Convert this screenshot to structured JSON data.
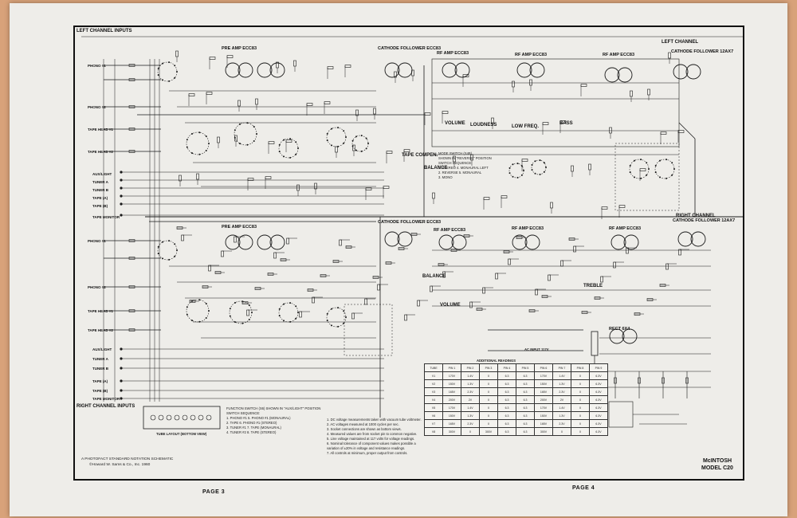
{
  "sheet": {
    "left_channel_label": "LEFT CHANNEL INPUTS",
    "right_channel_label": "RIGHT CHANNEL INPUTS",
    "left_channel_output": "LEFT CHANNEL",
    "right_channel_output": "RIGHT CHANNEL",
    "page_left": "PAGE 3",
    "page_right": "PAGE 4",
    "brand_line1": "McINTOSH",
    "brand_line2": "MODEL C20",
    "photofact_line1": "A PHOTOFACT STANDARD NOTATION SCHEMATIC",
    "photofact_line2": "©Howard W. Sams & Co., Inc. 1960"
  },
  "tubes": {
    "left_pre_amp": "PRE AMP ECC83",
    "left_cathode_follower": "CATHODE FOLLOWER ECC83",
    "left_rf_amp": "RF AMP ECC83",
    "left_tone_amp": "RF AMP ECC83",
    "left_out_amp": "RF AMP ECC83",
    "left_out_follower": "CATHODE FOLLOWER 12AX7",
    "right_pre_amp": "PRE AMP ECC83",
    "right_cathode_follower": "CATHODE FOLLOWER ECC83",
    "right_rf_amp": "RF AMP ECC83",
    "right_tone_amp": "RF AMP ECC83",
    "right_out_amp": "RF AMP ECC83",
    "right_out_follower": "CATHODE FOLLOWER 12AX7",
    "rectifier": "RECT 6X4"
  },
  "inputs": {
    "left": [
      "PHONO #1",
      "PHONO #2",
      "TAPE HEAD #1",
      "TAPE HEAD #2"
    ],
    "left_aux": [
      "AUX/LIGHT",
      "TUNER A",
      "TUNER B",
      "TAPE (A)",
      "TAPE (B)",
      "TAPE MONITOR"
    ],
    "right": [
      "PHONO #1",
      "PHONO #2",
      "TAPE HEAD #1",
      "TAPE HEAD #2"
    ],
    "right_aux": [
      "AUX/LIGHT",
      "TUNER A",
      "TUNER B",
      "TAPE (A)",
      "TAPE (B)",
      "TAPE MONITOR"
    ]
  },
  "controls": {
    "balance_left": "BALANCE",
    "balance_right": "BALANCE",
    "volume_left": "VOLUME",
    "volume_right": "VOLUME",
    "tape_comp": "TAPE COMPEN.",
    "loudness": "LOUDNESS",
    "bass": "BASS",
    "treble": "TREBLE",
    "low_cut": "LOW FREQ."
  },
  "notes": {
    "function_switch": [
      "FUNCTION SWITCH (S6) SHOWN IN \"AUX/LIGHT\" POSITION",
      "SWITCH SEQUENCE:",
      "1. PHONO #1    5. PHONO #1 (MONAURAL)",
      "2. TAPE        6. PHONO #1 (STEREO)",
      "3. TUNER #1    7. TAPE (MONAURAL)",
      "4. TUNER #2    8. TAPE (STEREO)"
    ],
    "mode_switch": [
      "MODE SWITCH (S4B)",
      "SHOWN IN \"REVERSE\" POSITION",
      "SWITCH SEQUENCE:",
      "1. STEREO   4. MONAURAL LEFT",
      "2. REVERSE  5. MONAURAL",
      "3. MONO"
    ],
    "voltage": [
      "1. DC voltage measurements taken with vacuum tube voltmeter.",
      "2. AC voltages measured at 1000 cycles per sec.",
      "3. Socket connections are shown as bottom views.",
      "4. Measured values are from socket pin to common negative.",
      "5. Line voltage maintained at 117 volts for voltage readings.",
      "6. Nominal tolerance of component values makes possible a",
      "   variation of ±20% in voltage and resistance readings.",
      "7. All controls at minimum, proper output from controls."
    ],
    "ac_input": "AC INPUT 117V",
    "tube_layout": "TUBE LAYOUT (BOTTOM VIEW)"
  },
  "voltage_table": {
    "title": "ADDITIONAL READINGS",
    "headers": [
      "TUBE",
      "PIN 1",
      "PIN 2",
      "PIN 3",
      "PIN 4",
      "PIN 5",
      "PIN 6",
      "PIN 7",
      "PIN 8",
      "PIN 9"
    ],
    "rows": [
      [
        "V1",
        "170V",
        "1.4V",
        "0",
        "6.3",
        "6.3",
        "170V",
        "1.4V",
        "0",
        "6.3V"
      ],
      [
        "V2",
        "150V",
        "1.3V",
        "0",
        "6.3",
        "6.3",
        "150V",
        "1.3V",
        "0",
        "6.3V"
      ],
      [
        "V3",
        "165V",
        "2.3V",
        "0",
        "6.3",
        "6.3",
        "165V",
        "2.3V",
        "0",
        "6.3V"
      ],
      [
        "V4",
        "200V",
        "2V",
        "0",
        "6.3",
        "6.3",
        "200V",
        "2V",
        "0",
        "6.3V"
      ],
      [
        "V5",
        "170V",
        "1.4V",
        "0",
        "6.3",
        "6.3",
        "170V",
        "1.4V",
        "0",
        "6.3V"
      ],
      [
        "V6",
        "150V",
        "1.3V",
        "0",
        "6.3",
        "6.3",
        "150V",
        "1.3V",
        "0",
        "6.3V"
      ],
      [
        "V7",
        "165V",
        "2.3V",
        "0",
        "6.3",
        "6.3",
        "165V",
        "2.3V",
        "0",
        "6.3V"
      ],
      [
        "V8",
        "300V",
        "0",
        "300V",
        "6.3",
        "6.3",
        "300V",
        "0",
        "0",
        "6.3V"
      ]
    ]
  }
}
